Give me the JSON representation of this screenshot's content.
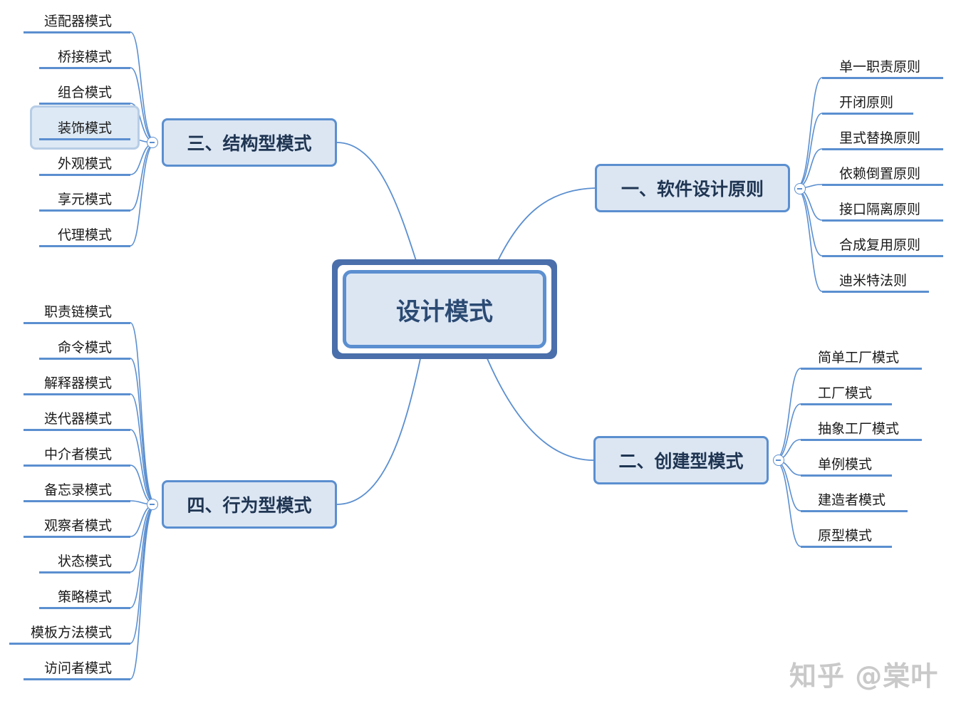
{
  "central": "设计模式",
  "branches": {
    "principles": {
      "label": "一、软件设计原则",
      "items": [
        "单一职责原则",
        "开闭原则",
        "里式替换原则",
        "依赖倒置原则",
        "接口隔离原则",
        "合成复用原则",
        "迪米特法则"
      ]
    },
    "creational": {
      "label": "二、创建型模式",
      "items": [
        "简单工厂模式",
        "工厂模式",
        "抽象工厂模式",
        "单例模式",
        "建造者模式",
        "原型模式"
      ]
    },
    "structural": {
      "label": "三、结构型模式",
      "items": [
        "适配器模式",
        "桥接模式",
        "组合模式",
        "装饰模式",
        "外观模式",
        "享元模式",
        "代理模式"
      ]
    },
    "behavioral": {
      "label": "四、行为型模式",
      "items": [
        "职责链模式",
        "命令模式",
        "解释器模式",
        "迭代器模式",
        "中介者模式",
        "备忘录模式",
        "观察者模式",
        "状态模式",
        "策略模式",
        "模板方法模式",
        "访问者模式"
      ]
    }
  },
  "watermark": "知乎 @棠叶",
  "colors": {
    "line": "#5b8fd0",
    "node_fill": "#dce6f3",
    "center_border": "#4a6fab"
  }
}
